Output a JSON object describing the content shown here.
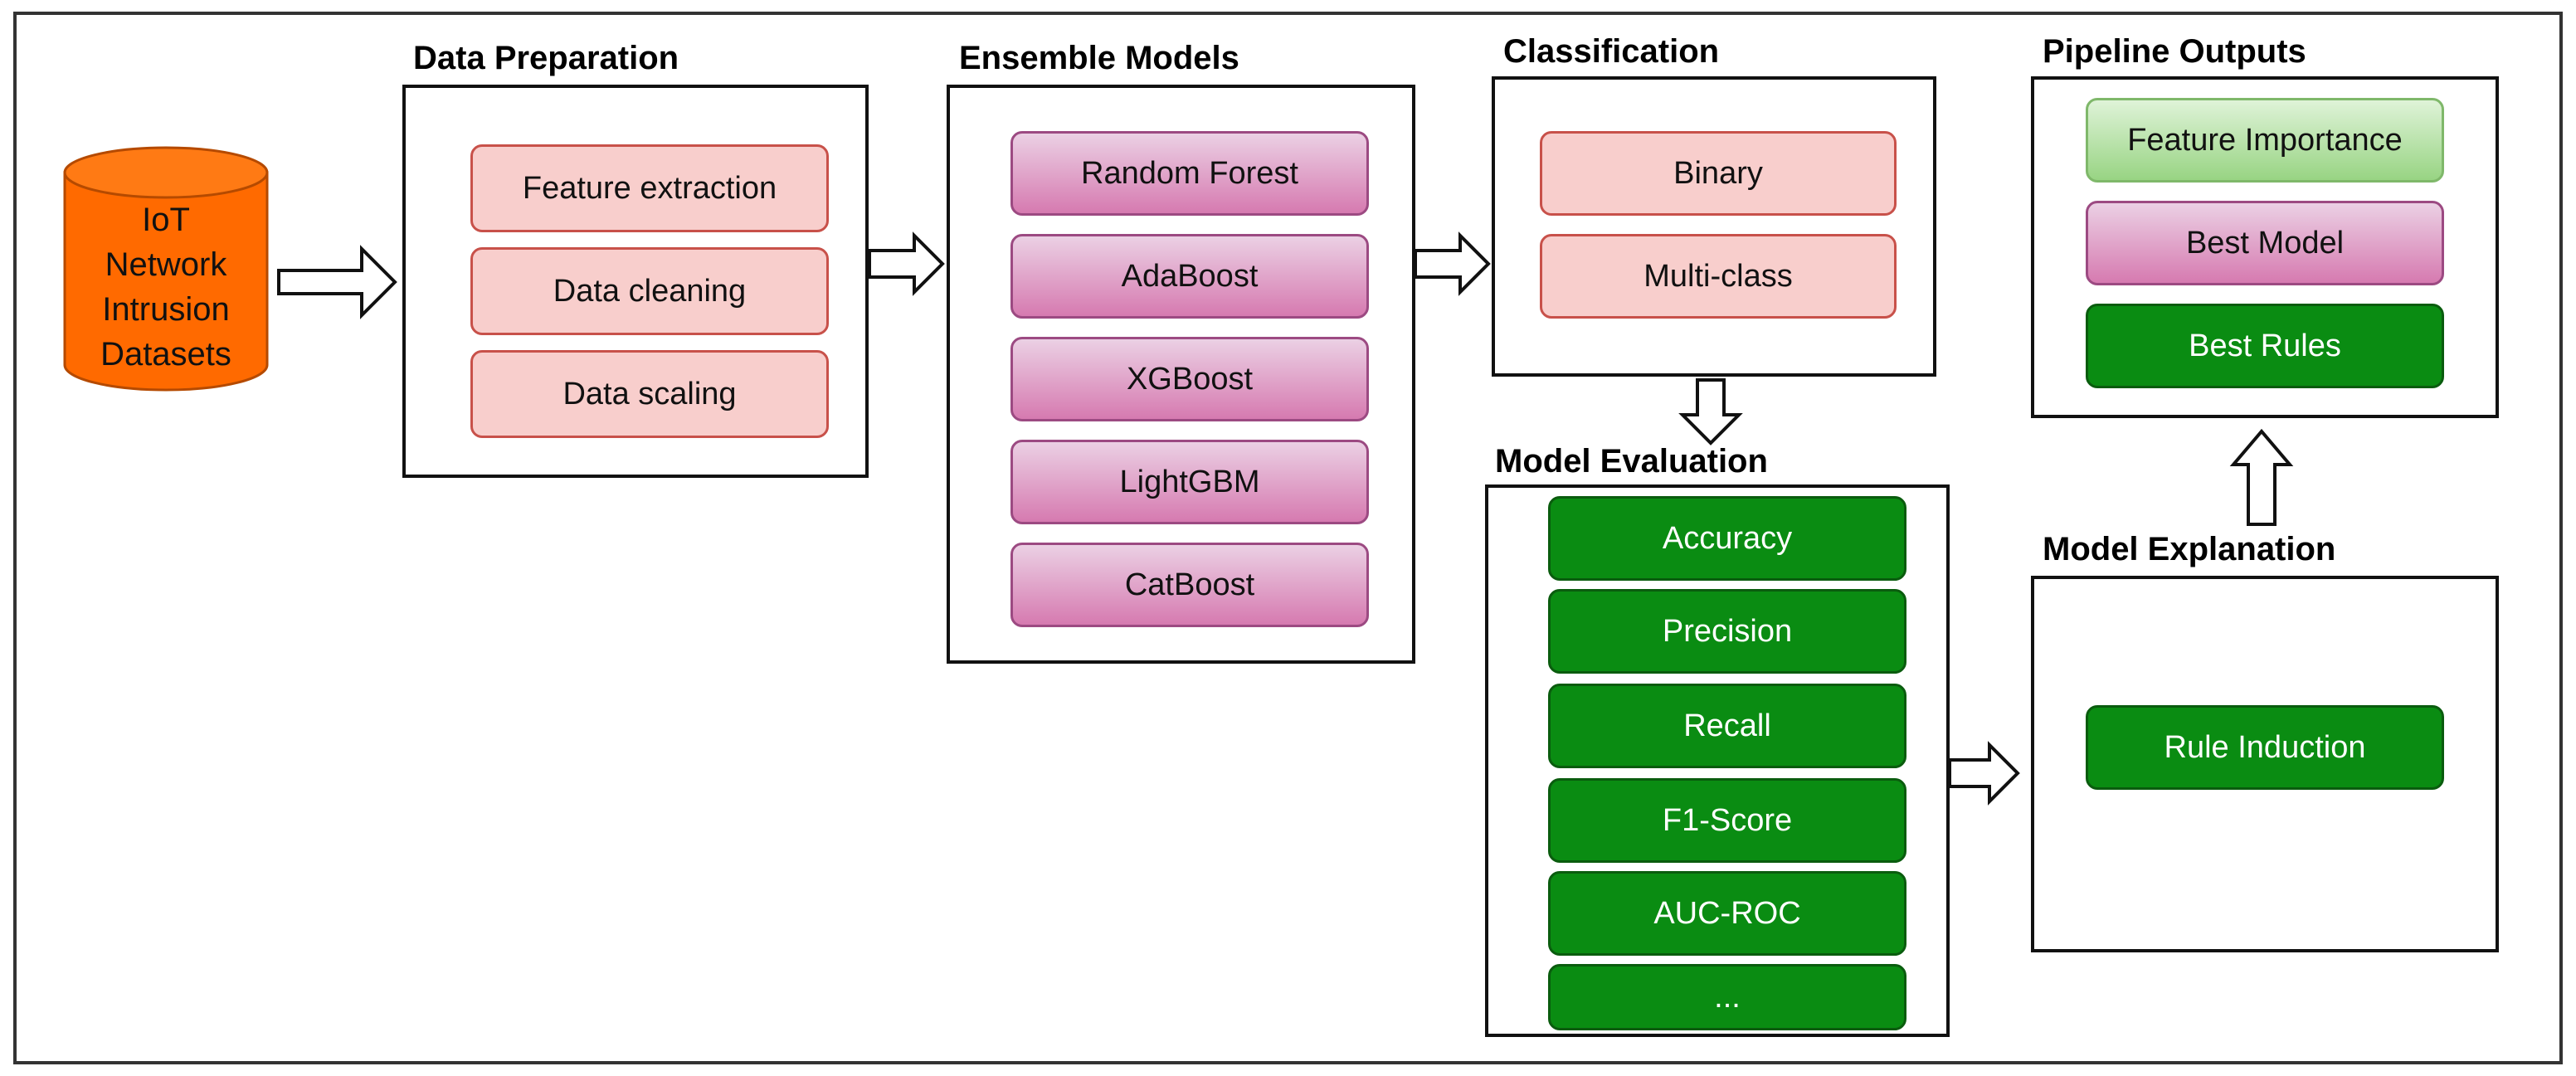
{
  "source": {
    "lines": [
      "IoT",
      "Network",
      "Intrusion",
      "Datasets"
    ],
    "color": "#ff6a00"
  },
  "data_preparation": {
    "title": "Data Preparation",
    "steps": [
      "Feature extraction",
      "Data cleaning",
      "Data scaling"
    ]
  },
  "ensemble_models": {
    "title": "Ensemble Models",
    "models": [
      "Random Forest",
      "AdaBoost",
      "XGBoost",
      "LightGBM",
      "CatBoost"
    ]
  },
  "classification": {
    "title": "Classification",
    "types": [
      "Binary",
      "Multi-class"
    ]
  },
  "model_evaluation": {
    "title": "Model Evaluation",
    "metrics": [
      "Accuracy",
      "Precision",
      "Recall",
      "F1-Score",
      "AUC-ROC",
      "..."
    ]
  },
  "model_explanation": {
    "title": "Model Explanation",
    "method": "Rule Induction"
  },
  "pipeline_outputs": {
    "title": "Pipeline Outputs",
    "outputs": [
      "Feature Importance",
      "Best Model",
      "Best Rules"
    ]
  }
}
